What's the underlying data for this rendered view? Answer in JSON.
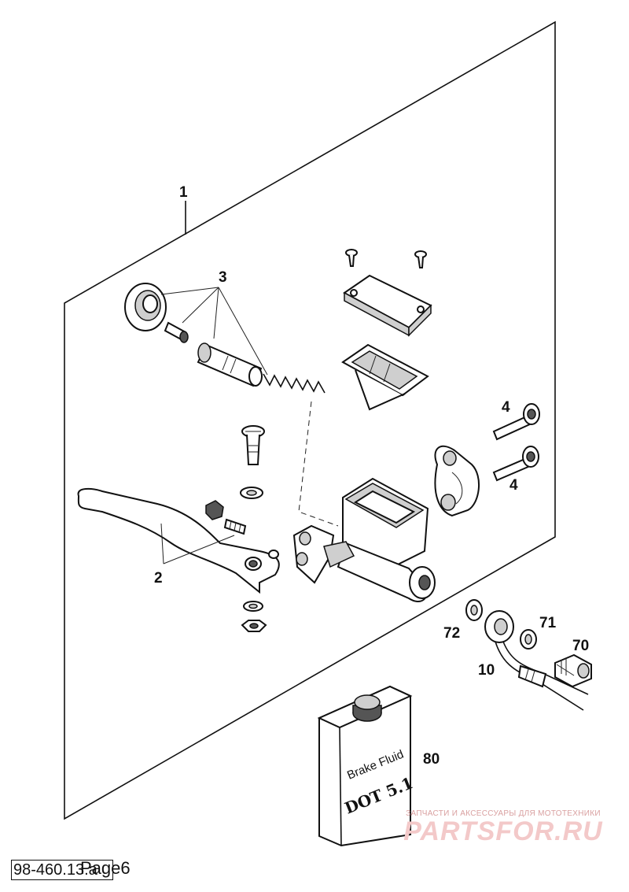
{
  "diagram": {
    "callouts": {
      "c1": "1",
      "c2": "2",
      "c3": "3",
      "c4a": "4",
      "c4b": "4",
      "c10": "10",
      "c70": "70",
      "c71": "71",
      "c72": "72",
      "c80": "80"
    },
    "bottle": {
      "label_line1": "Brake Fluid",
      "label_line2": "DOT 5.1"
    }
  },
  "watermark": {
    "tagline": "ЗАПЧАСТИ И АКСЕССУАРЫ ДЛЯ МОТОТЕХНИКИ",
    "brand": "PARTSFOR.RU"
  },
  "footer": {
    "doc_number": "98-460.13.a",
    "page_label": "Page6"
  }
}
